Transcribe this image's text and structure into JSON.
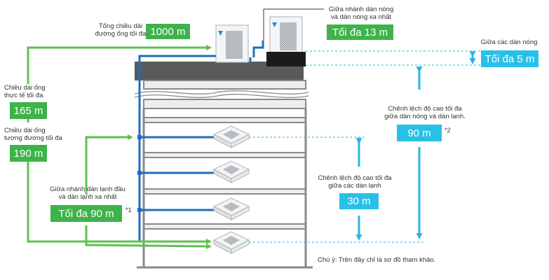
{
  "labels": {
    "total_length": "Tổng chiều dài\nđường ống tối đa",
    "actual_length": "Chiều dài ống\nthực tế tối đa",
    "equivalent_length": "Chiều dài ống\ntương đương tối đa",
    "outdoor_branch": "Giữa nhánh dàn nóng\nvà dàn nóng xa nhất",
    "outdoor_units": "Giữa các dàn nóng",
    "height_outdoor_indoor": "Chênh lệch độ cao tối đa\ngiữa dàn nóng và dàn lạnh.",
    "height_indoor": "Chênh lệch độ cao tối đa\ngiữa các dàn lạnh",
    "indoor_branch": "Giữa nhánh dàn lạnh đầu\nvà dàn lạnh xa nhất"
  },
  "values": {
    "total_length": "1000 m",
    "actual_length": "165 m",
    "equivalent_length": "190 m",
    "outdoor_branch": "Tối đa 13 m",
    "outdoor_units": "Tối đa 5 m",
    "height_outdoor_indoor": "90 m",
    "height_indoor": "30 m",
    "indoor_branch": "Tối đa 90 m"
  },
  "notes": {
    "note1": "*1",
    "note2": "*2"
  },
  "footnote": "Chú ý: Trên đây chỉ là sơ đồ tham khảo.",
  "colors": {
    "green": "#3db34a",
    "blue_box": "#28c0e8",
    "pipe_blue": "#1f6fb8",
    "green_line": "#5cc24f",
    "cyan_arrow": "#29b5e8",
    "building": "#8a8a8a",
    "roof": "#5a5a5a"
  }
}
